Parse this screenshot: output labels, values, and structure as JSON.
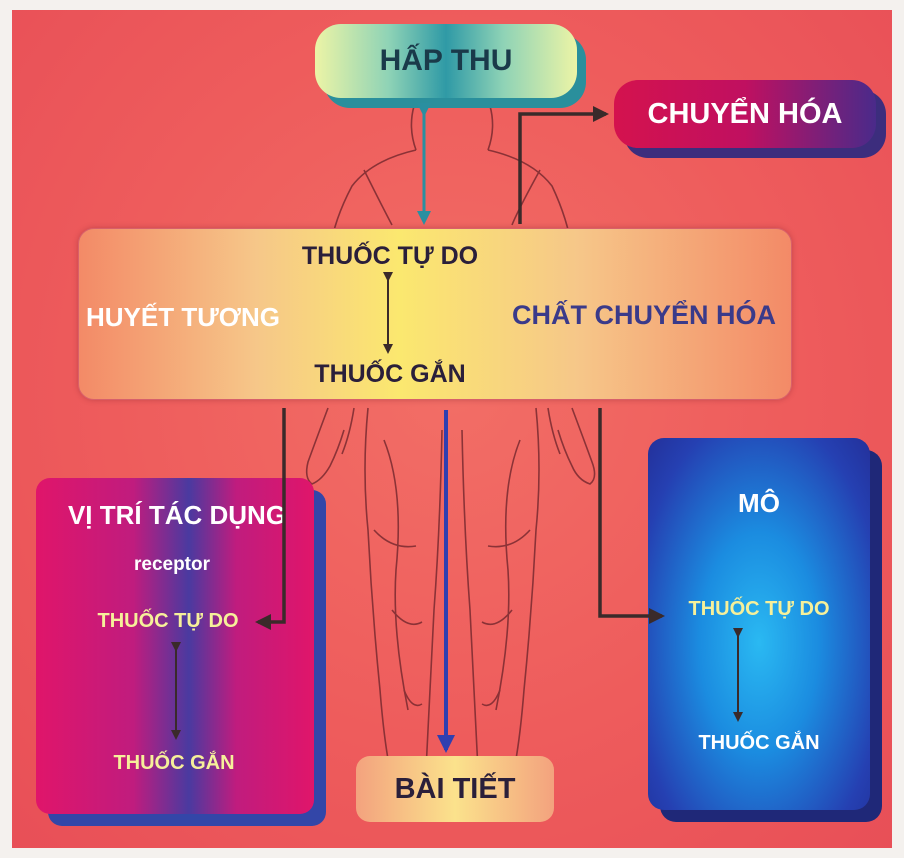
{
  "nodes": {
    "absorption": "HẤP THU",
    "metabolism": "CHUYỂN HÓA",
    "plasma": {
      "name": "HUYẾT TƯƠNG",
      "free_drug": "THUỐC TỰ DO",
      "bound_drug": "THUỐC GẮN",
      "metabolites": "CHẤT CHUYỂN HÓA"
    },
    "site_of_action": {
      "title": "VỊ TRÍ TÁC DỤNG",
      "receptor": "receptor",
      "free_drug": "THUỐC TỰ DO",
      "bound_drug": "THUỐC GẮN"
    },
    "tissue": {
      "title": "MÔ",
      "free_drug": "THUỐC TỰ DO",
      "bound_drug": "THUỐC GẮN"
    },
    "excretion": "BÀI TIẾT"
  },
  "colors": {
    "background": "#ee5c5c",
    "absorption_box": "#2f9aa6",
    "metabolism_box": "#c01060",
    "plasma_box": "#fbe86f",
    "site_box": "#e0156a",
    "tissue_box": "#1b8ce0",
    "excretion_box": "#fbe28c",
    "arrow_dark": "#3a2a2a",
    "arrow_teal": "#2a8fa0",
    "arrow_blue": "#2f3fb0",
    "body_outline": "#7a2a30"
  },
  "background_figure": "human-body-outline"
}
